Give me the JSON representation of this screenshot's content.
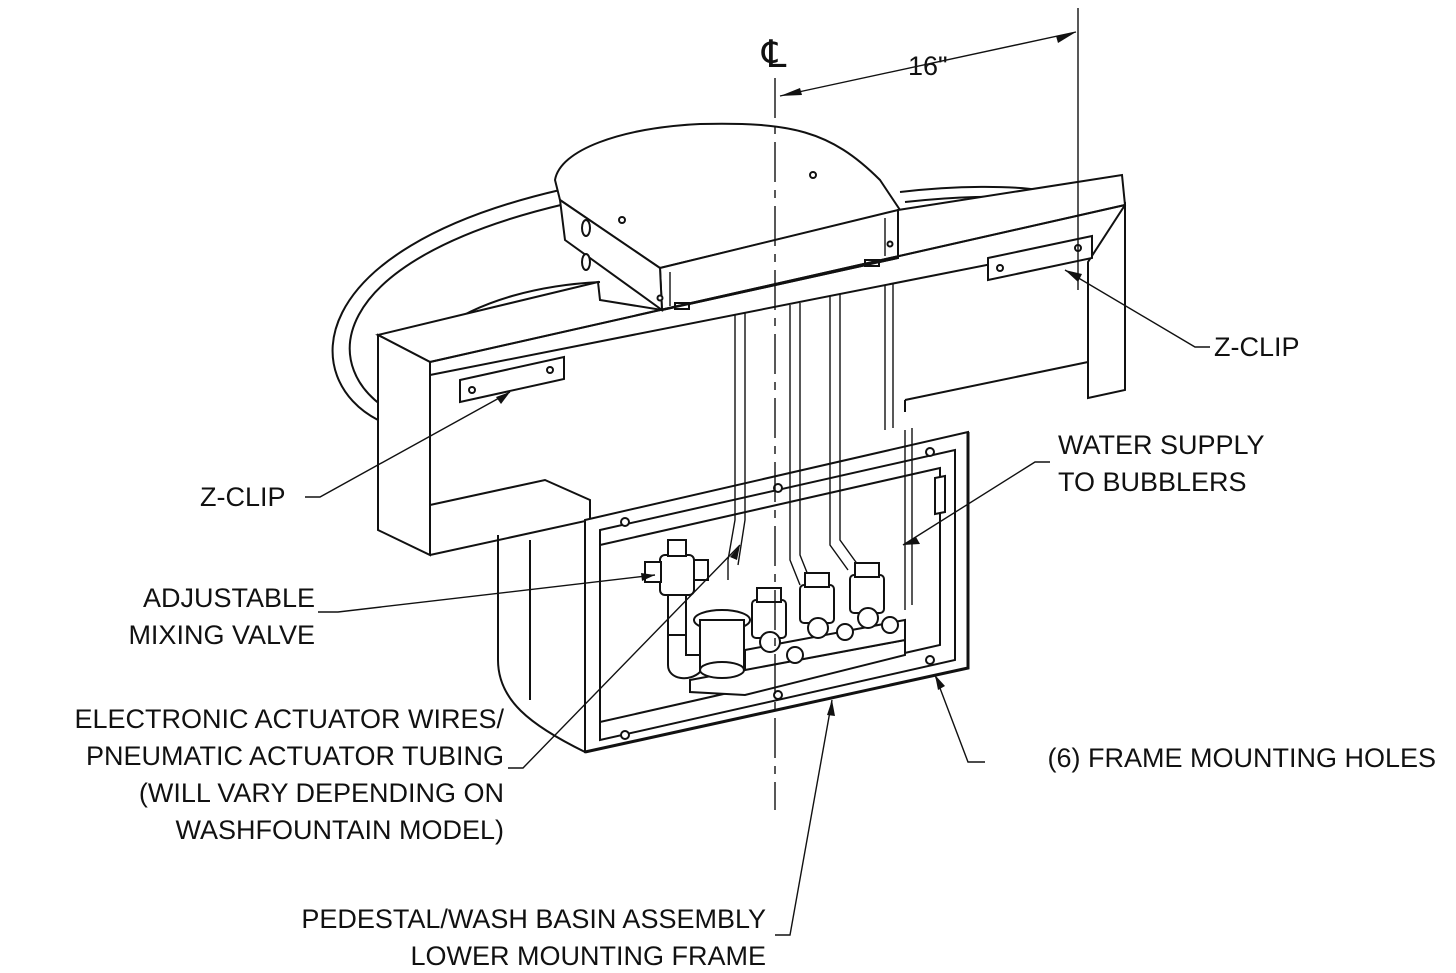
{
  "labels": {
    "centerline_symbol": "℄",
    "dimension": "16\"",
    "z_clip_right": "Z-CLIP",
    "z_clip_left": "Z-CLIP",
    "water_supply_line1": "WATER SUPPLY",
    "water_supply_line2": "TO BUBBLERS",
    "mixing_valve_line1": "ADJUSTABLE",
    "mixing_valve_line2": "MIXING VALVE",
    "actuator_line1": "ELECTRONIC ACTUATOR WIRES/",
    "actuator_line2": "PNEUMATIC ACTUATOR TUBING",
    "actuator_line3": "(WILL VARY DEPENDING ON",
    "actuator_line4": "WASHFOUNTAIN MODEL)",
    "frame_holes": "(6) FRAME MOUNTING HOLES",
    "pedestal_line1": "PEDESTAL/WASH BASIN ASSEMBLY",
    "pedestal_line2": "LOWER MOUNTING FRAME"
  }
}
